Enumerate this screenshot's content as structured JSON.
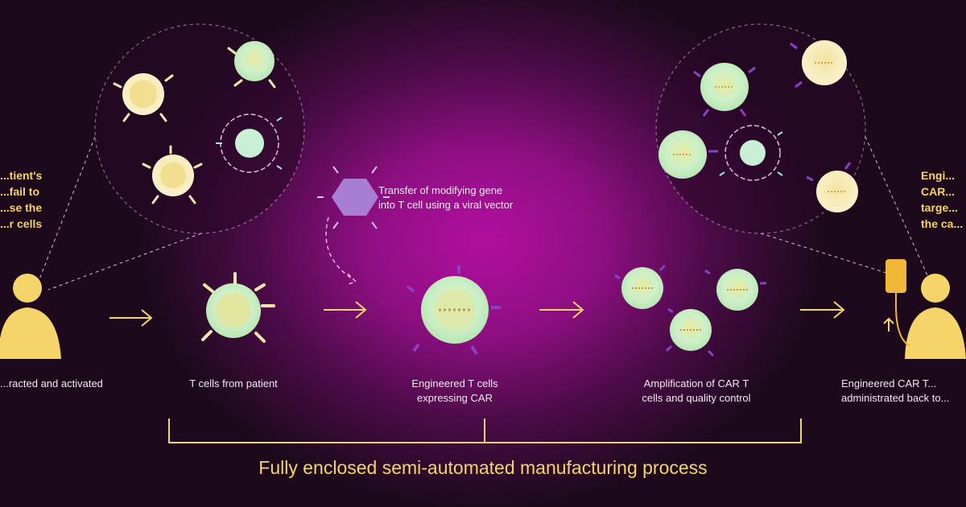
{
  "left_patient_caption": "...racted and activated",
  "left_callout": [
    "...tient's",
    "...fail to",
    "...se the",
    "...r cells"
  ],
  "right_callout": [
    "Engi...",
    "CAR...",
    "targe...",
    "the ca..."
  ],
  "vector_caption": [
    "Transfer of modifying gene",
    "into T cell using a viral vector"
  ],
  "steps": [
    {
      "lines": [
        "T cells from patient"
      ]
    },
    {
      "lines": [
        "Engineered T cells",
        "expressing CAR"
      ]
    },
    {
      "lines": [
        "Amplification of CAR T",
        "cells and quality control"
      ]
    },
    {
      "lines": [
        "Engineered CAR T...",
        "administrated back to..."
      ]
    }
  ],
  "footer": "Fully enclosed semi-automated manufacturing process",
  "colors": {
    "accent": "#f5d46a",
    "cell": "#c9f2c9",
    "cell_core": "#e6d98c",
    "car": "#8a3fc4",
    "background": "#9e0f8f"
  }
}
